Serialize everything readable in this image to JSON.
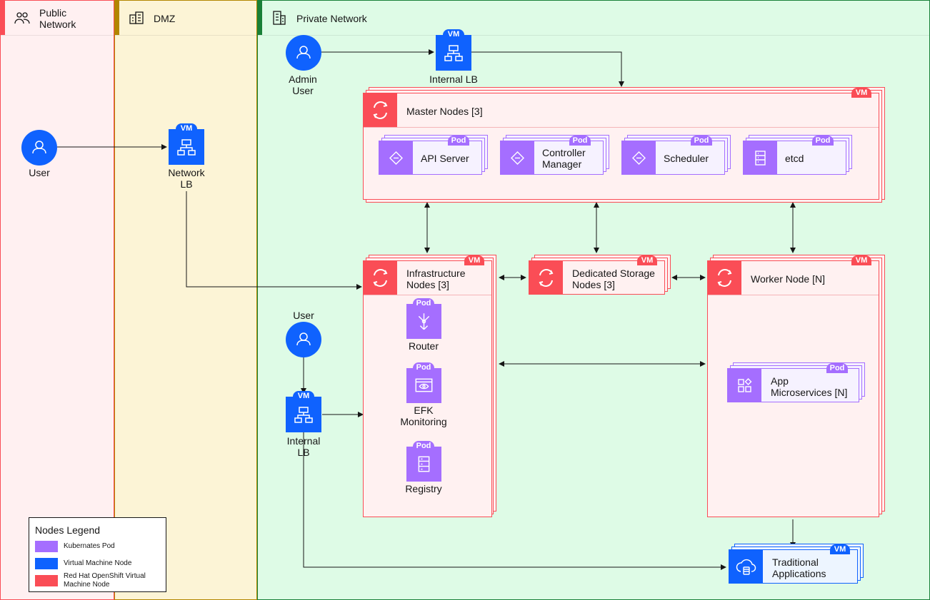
{
  "zones": {
    "public": {
      "title_line1": "Public",
      "title_line2": "Network",
      "bg": "#fff0f1",
      "accent": "#fa4d56",
      "icon": "users-icon"
    },
    "dmz": {
      "title": "DMZ",
      "bg": "#fcf4d6",
      "accent": "#b28600",
      "icon": "building-icon"
    },
    "private": {
      "title": "Private Network",
      "bg": "#defbe6",
      "accent": "#198038",
      "icon": "enterprise-icon"
    }
  },
  "nodes": {
    "public_user": {
      "label": "User"
    },
    "network_lb": {
      "line1": "Network",
      "line2": "LB",
      "tag": "VM"
    },
    "admin_user": {
      "line1": "Admin",
      "line2": "User"
    },
    "internal_lb_top": {
      "label": "Internal LB",
      "tag": "VM"
    },
    "private_user": {
      "label": "User"
    },
    "internal_lb_bottom": {
      "line1": "Internal",
      "line2": "LB",
      "tag": "VM"
    }
  },
  "master": {
    "title": "Master Nodes [3]",
    "tag": "VM",
    "pods": [
      {
        "line1": "API Server",
        "line2": "",
        "tag": "Pod",
        "icon": "diamond-icon"
      },
      {
        "line1": "Controller",
        "line2": "Manager",
        "tag": "Pod",
        "icon": "diamond-icon"
      },
      {
        "line1": "Scheduler",
        "line2": "",
        "tag": "Pod",
        "icon": "diamond-icon"
      },
      {
        "line1": "etcd",
        "line2": "",
        "tag": "Pod",
        "icon": "storage-icon"
      }
    ]
  },
  "infra": {
    "line1": "Infrastructure",
    "line2": "Nodes [3]",
    "tag": "VM",
    "pods": [
      {
        "line1": "Router",
        "line2": "",
        "tag": "Pod",
        "icon": "router-icon"
      },
      {
        "line1": "EFK",
        "line2": "Monitoring",
        "tag": "Pod",
        "icon": "monitor-icon"
      },
      {
        "line1": "Registry",
        "line2": "",
        "tag": "Pod",
        "icon": "registry-icon"
      }
    ]
  },
  "storage": {
    "line1": "Dedicated Storage",
    "line2": "Nodes [3]",
    "tag": "VM"
  },
  "worker": {
    "title": "Worker Node [N]",
    "tag": "VM",
    "pod": {
      "line1": "App",
      "line2": "Microservices [N]",
      "tag": "Pod",
      "icon": "apps-icon"
    }
  },
  "traditional": {
    "line1": "Traditional",
    "line2": "Applications",
    "tag": "VM",
    "icon": "cloud-data-icon"
  },
  "legend": {
    "title": "Nodes Legend",
    "items": [
      {
        "label": "Kubernates Pod",
        "color": "#a56eff"
      },
      {
        "label": "Virtual Machine Node",
        "color": "#0f62fe"
      },
      {
        "label_line1": "Red Hat OpenShift Virtual",
        "label_line2": "Machine Node",
        "color": "#fa4d56"
      }
    ]
  },
  "colors": {
    "pod": "#a56eff",
    "pod_bg": "#f6f2ff",
    "vm": "#0f62fe",
    "vm_bg": "#edf5ff",
    "openshift": "#fa4d56",
    "openshift_bg": "#fff1f1",
    "line": "#161616"
  }
}
